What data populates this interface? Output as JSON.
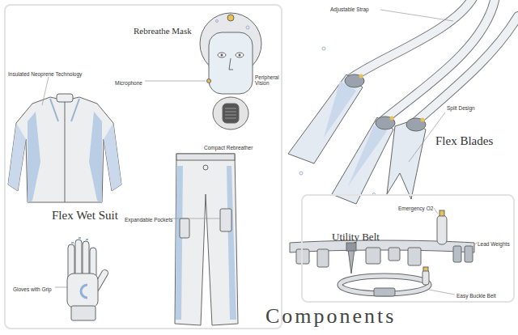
{
  "diagram": {
    "title": "Components",
    "nodes": [
      {
        "text": [
          "Rebreathe Mask",
          "Microphone",
          "Peripheral Vision",
          "Compact Rebreather",
          "Insulated Neoprene Technology",
          "Flex Wet Suit",
          "Expandable Pockets",
          "Gloves with Grip"
        ]
      },
      {
        "text": [
          "Utility Belt",
          "Emergency O2",
          "Lead Weights",
          "Easy Buckle Belt"
        ]
      }
    ],
    "labels": [
      "Adjustable Strap",
      "Split Design",
      "Flex Blades"
    ]
  }
}
